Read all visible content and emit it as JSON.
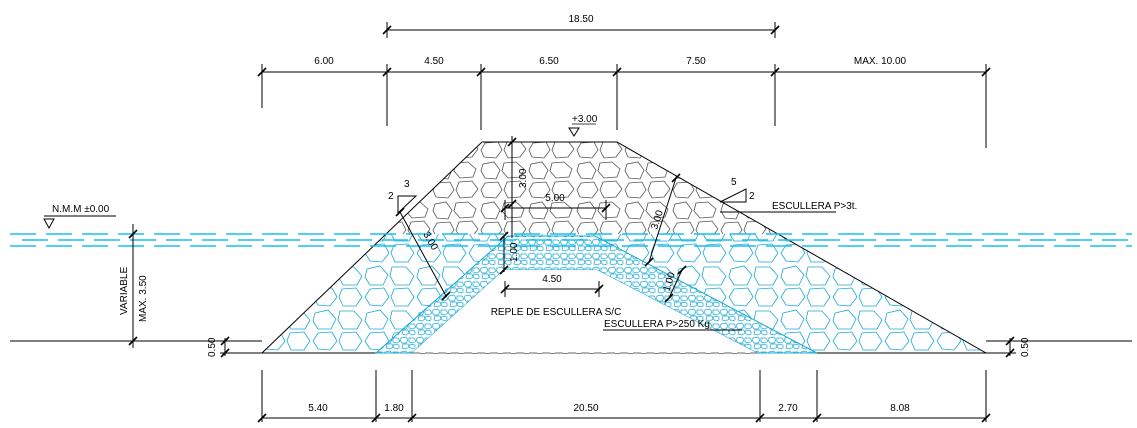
{
  "dimensions": {
    "total_top": "18.50",
    "top": [
      "6.00",
      "4.50",
      "6.50",
      "7.50",
      "MAX. 10.00"
    ],
    "bottom": [
      "5.40",
      "1.80",
      "20.50",
      "2.70",
      "8.08"
    ],
    "crest_elevation": "+3.00",
    "crest_height": "3.00",
    "core_top": "5.00",
    "core_base": "4.50",
    "core_height": "1.00",
    "left_slope_thickness": "3.00",
    "right_slope_thickness": "3.00",
    "filter_thickness": "1.00",
    "left_base": "0.50",
    "right_base": "0.50"
  },
  "slopes": {
    "left": {
      "v": "2",
      "h": "3"
    },
    "right": {
      "v": "2",
      "h": "5"
    }
  },
  "water": {
    "level_label": "N.M.M  ±0.00",
    "depth_label": "VARIABLE",
    "depth_max": "MAX. 3.50"
  },
  "labels": {
    "armor": "ESCULLERA P>3t.",
    "filter": "ESCULLERA P>250 Kg",
    "core": "REPLE DE ESCULLERA S/C"
  },
  "colors": {
    "water": "#19c1ee",
    "underwater_rock": "#19a8d6",
    "dry_rock": "#555555",
    "line": "#000000"
  }
}
